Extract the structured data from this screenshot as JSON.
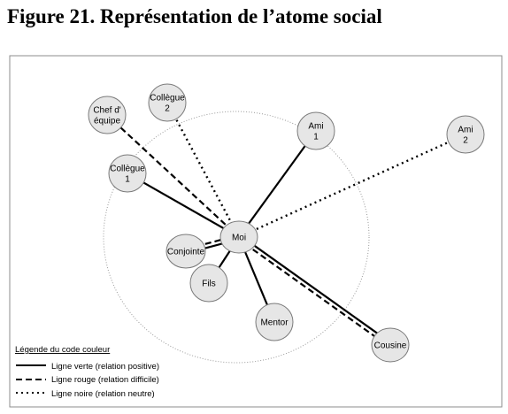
{
  "figure": {
    "title": "Figure 21. Représentation de l’atome social"
  },
  "nodes": [
    {
      "id": "moi",
      "lines": [
        "Moi"
      ]
    },
    {
      "id": "chef",
      "lines": [
        "Chef d'",
        "équipe"
      ]
    },
    {
      "id": "collegue2",
      "lines": [
        "Collègue",
        "2"
      ]
    },
    {
      "id": "ami1",
      "lines": [
        "Ami",
        "1"
      ]
    },
    {
      "id": "ami2",
      "lines": [
        "Ami",
        "2"
      ]
    },
    {
      "id": "collegue1",
      "lines": [
        "Collègue",
        "1"
      ]
    },
    {
      "id": "conjointe",
      "lines": [
        "Conjointe"
      ]
    },
    {
      "id": "fils",
      "lines": [
        "Fils"
      ]
    },
    {
      "id": "mentor",
      "lines": [
        "Mentor"
      ]
    },
    {
      "id": "cousine",
      "lines": [
        "Cousine"
      ]
    }
  ],
  "edges": [
    {
      "from": "moi",
      "to": "chef",
      "type": "difficile"
    },
    {
      "from": "moi",
      "to": "collegue2",
      "type": "neutre"
    },
    {
      "from": "moi",
      "to": "ami1",
      "type": "positive"
    },
    {
      "from": "moi",
      "to": "ami2",
      "type": "neutre"
    },
    {
      "from": "moi",
      "to": "collegue1",
      "type": "positive"
    },
    {
      "from": "moi",
      "to": "conjointe",
      "type": "positive"
    },
    {
      "from": "moi",
      "to": "conjointe",
      "type": "difficile"
    },
    {
      "from": "moi",
      "to": "fils",
      "type": "positive"
    },
    {
      "from": "moi",
      "to": "mentor",
      "type": "positive"
    },
    {
      "from": "moi",
      "to": "cousine",
      "type": "positive"
    },
    {
      "from": "moi",
      "to": "cousine",
      "type": "difficile"
    }
  ],
  "legend": {
    "title": "Légende du code couleur",
    "items": [
      {
        "type": "positive",
        "label": "Ligne verte (relation positive)"
      },
      {
        "type": "difficile",
        "label": "Ligne rouge (relation difficile)"
      },
      {
        "type": "neutre",
        "label": "Ligne noire (relation neutre)"
      }
    ]
  },
  "colors": {
    "node_fill": "#e6e6e6",
    "node_stroke": "#7a7a7a",
    "line": "#000000",
    "boundary_circle": "#9a9a9a",
    "frame": "#8c8c8c"
  }
}
